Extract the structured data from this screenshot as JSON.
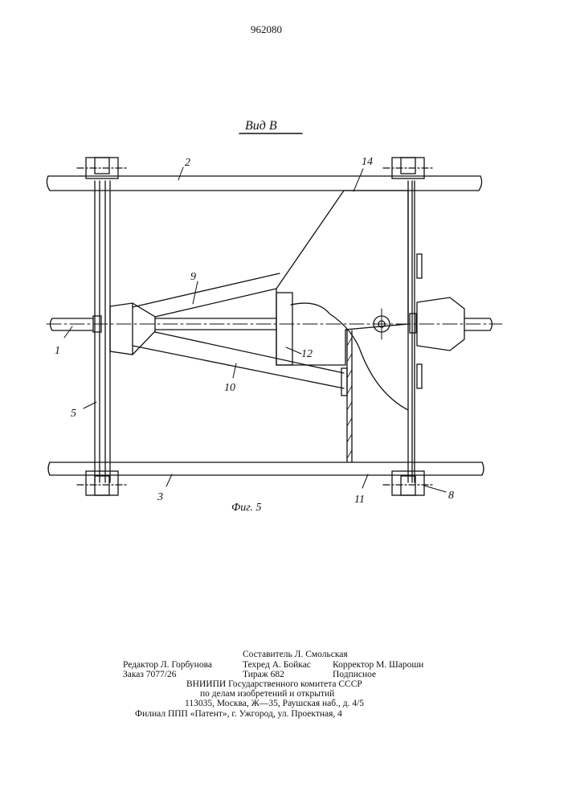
{
  "header": {
    "patent_number": "962080"
  },
  "drawing": {
    "view_label": "Вид В",
    "figure_caption": "Фиг. 5",
    "part_labels": {
      "p1": "1",
      "p2": "2",
      "p3": "3",
      "p5": "5",
      "p8": "8",
      "p9": "9",
      "p10": "10",
      "p11": "11",
      "p12": "12",
      "p14": "14"
    }
  },
  "imprint": {
    "compiler": "Составитель Л. Смольская",
    "editor": "Редактор Л. Горбунова",
    "tech_editor": "Техред А. Бойкас",
    "proofreader": "Корректор М. Шароши",
    "order": "Заказ 7077/26",
    "circulation": "Тираж 682",
    "subscription": "Подписное",
    "institute_line1": "ВНИИПИ Государственного комитета СССР",
    "institute_line2": "по делам изобретений и открытий",
    "address": "113035, Москва, Ж—35, Раушская наб., д. 4/5",
    "branch": "Филиал ППП «Патент», г. Ужгород, ул. Проектная, 4"
  }
}
